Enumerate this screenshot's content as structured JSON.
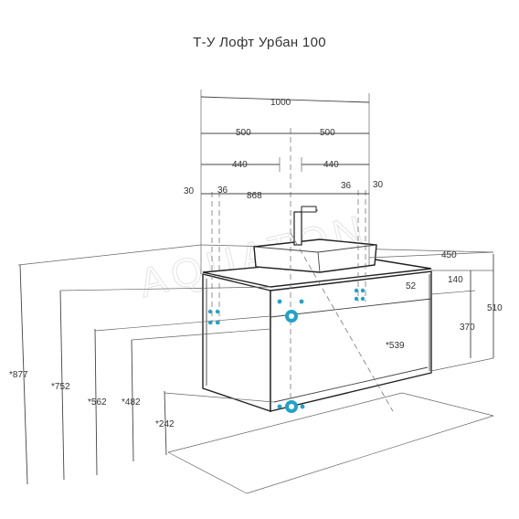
{
  "title": "Т-У Лофт Урбан 100",
  "watermark": "AQUATON",
  "colors": {
    "line": "#333333",
    "accent": "#1fa3c9"
  },
  "dimensions": {
    "total_width": "1000",
    "half_left": "500",
    "half_right": "500",
    "inner_left": "440",
    "inner_right": "440",
    "edge_left": "30",
    "offset_left": "36",
    "span": "868",
    "offset_right": "36",
    "edge_right": "30",
    "depth": "450",
    "top_height": "140",
    "drawer_height": "370",
    "total_height": "510",
    "inner_gap": "52",
    "drawer_depth": "*539",
    "h877": "*877",
    "h752": "*752",
    "h562": "*562",
    "h482": "*482",
    "h242": "*242"
  }
}
